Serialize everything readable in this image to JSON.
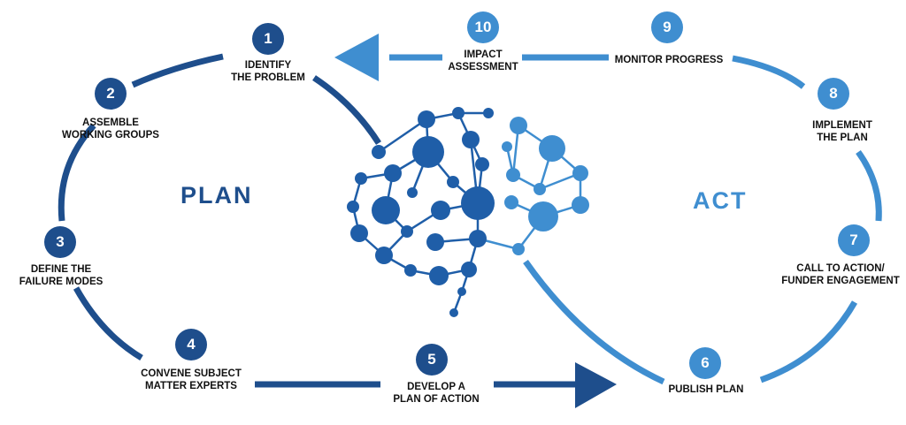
{
  "phases": {
    "plan": "PLAN",
    "act": "ACT"
  },
  "steps": [
    {
      "number": "1",
      "lines": [
        "IDENTIFY",
        "THE PROBLEM"
      ]
    },
    {
      "number": "2",
      "lines": [
        "ASSEMBLE",
        "WORKING GROUPS"
      ]
    },
    {
      "number": "3",
      "lines": [
        "DEFINE THE",
        "FAILURE MODES"
      ]
    },
    {
      "number": "4",
      "lines": [
        "CONVENE SUBJECT",
        "MATTER EXPERTS"
      ]
    },
    {
      "number": "5",
      "lines": [
        "DEVELOP A",
        "PLAN OF ACTION"
      ]
    },
    {
      "number": "6",
      "lines": [
        "PUBLISH PLAN"
      ]
    },
    {
      "number": "7",
      "lines": [
        "CALL TO ACTION/",
        "FUNDER ENGAGEMENT"
      ]
    },
    {
      "number": "8",
      "lines": [
        "IMPLEMENT",
        "THE PLAN"
      ]
    },
    {
      "number": "9",
      "lines": [
        "MONITOR PROGRESS"
      ]
    },
    {
      "number": "10",
      "lines": [
        "IMPACT",
        "ASSESSMENT"
      ]
    }
  ],
  "colors": {
    "plan": "#1e4e8c",
    "act": "#3f8ed0",
    "brain": "#1f5ea8"
  },
  "icons": {
    "center": "brain-network-icon",
    "forward": "arrow-right-icon",
    "back": "arrow-left-icon"
  }
}
